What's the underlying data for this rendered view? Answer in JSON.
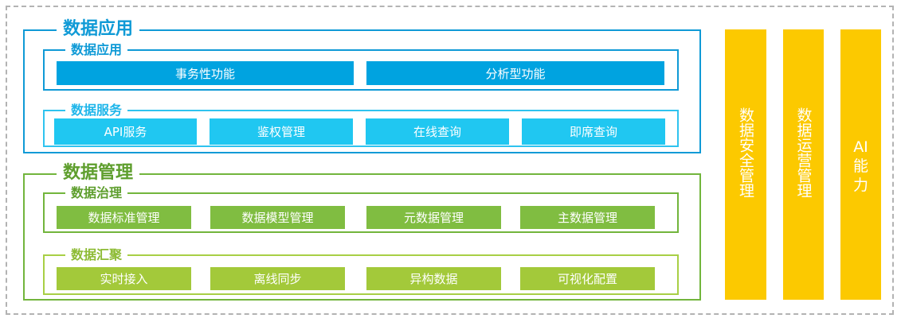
{
  "application": {
    "title": "数据应用",
    "sub_application": {
      "title": "数据应用",
      "items": [
        "事务性功能",
        "分析型功能"
      ]
    },
    "sub_service": {
      "title": "数据服务",
      "items": [
        "API服务",
        "鉴权管理",
        "在线查询",
        "即席查询"
      ]
    }
  },
  "management": {
    "title": "数据管理",
    "sub_governance": {
      "title": "数据治理",
      "items": [
        "数据标准管理",
        "数据模型管理",
        "元数据管理",
        "主数据管理"
      ]
    },
    "sub_aggregation": {
      "title": "数据汇聚",
      "items": [
        "实时接入",
        "离线同步",
        "异构数据",
        "可视化配置"
      ]
    }
  },
  "pillars": [
    "数据安全管理",
    "数据运营管理",
    "AI能力"
  ],
  "colors": {
    "application_blue": "#0f9ad6",
    "service_cyan": "#20c7f1",
    "management_green": "#80bd41",
    "aggregation_lime": "#a3c93a",
    "pillar_yellow": "#fcc900",
    "dashed_border": "#b3b3b3"
  }
}
